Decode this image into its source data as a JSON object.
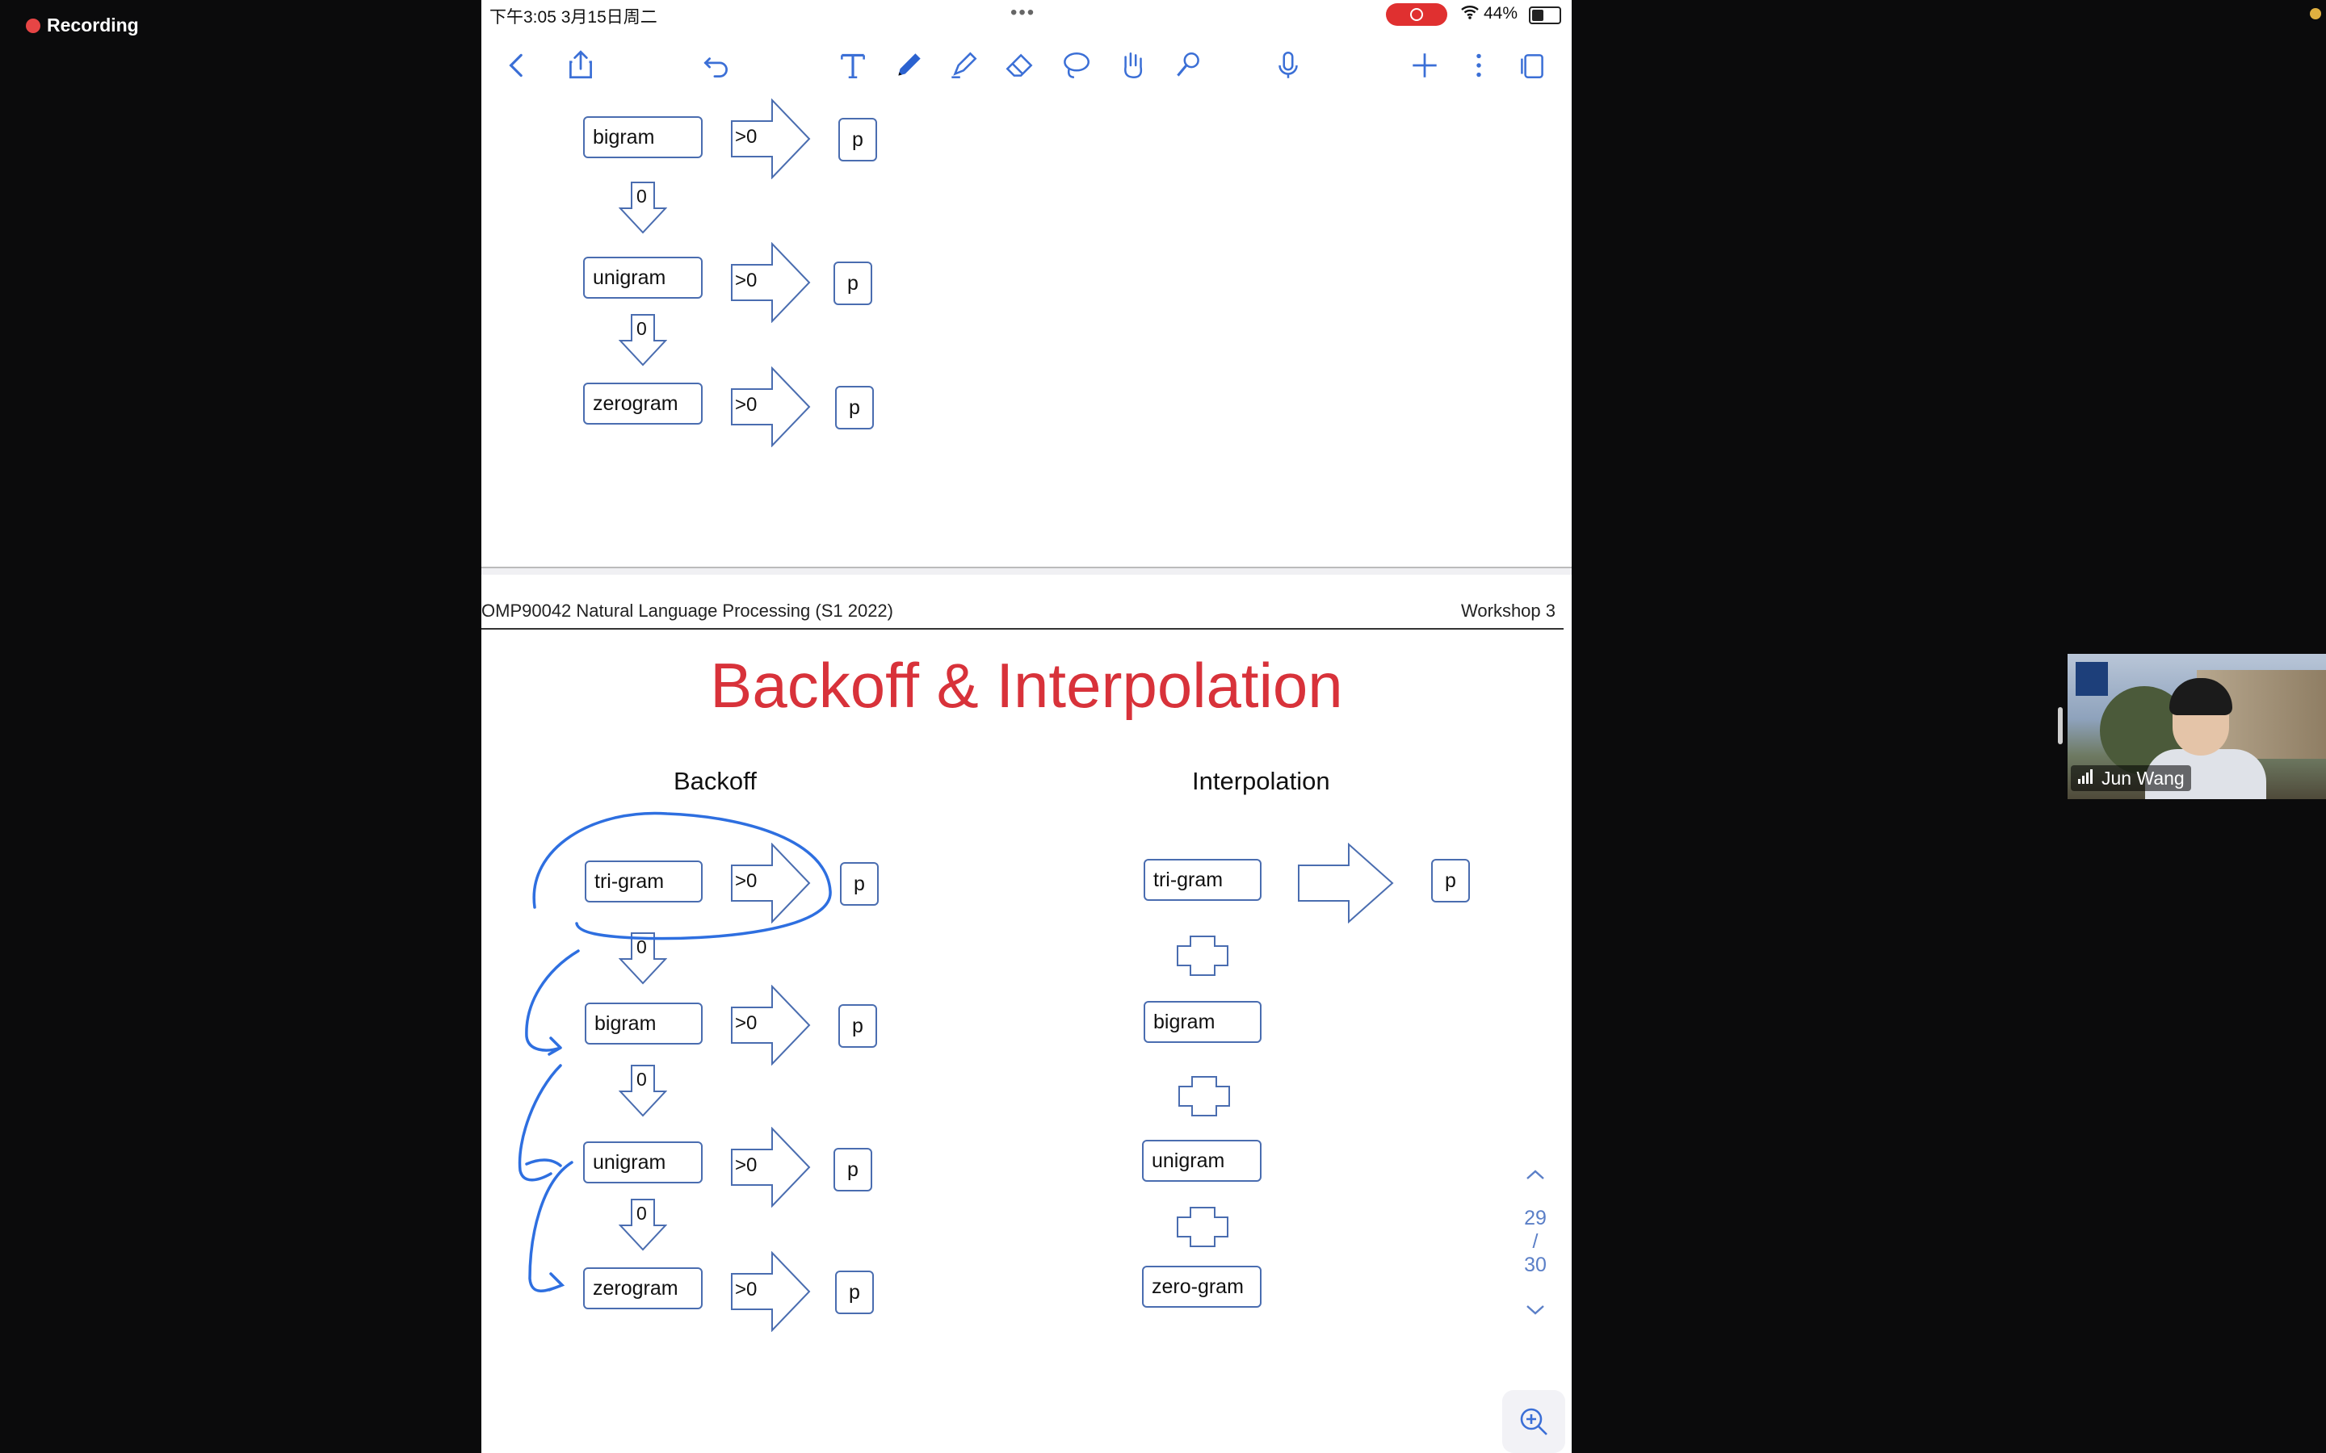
{
  "recording": {
    "label": "Recording"
  },
  "status_bar": {
    "time": "下午3:05  3月15日周二",
    "dots": "•••",
    "battery": "44%"
  },
  "toolbar": {
    "icons": [
      "chevron-left-icon",
      "share-icon",
      "undo-icon",
      "text-tool-icon",
      "pen-icon",
      "highlighter-icon",
      "eraser-icon",
      "lasso-icon",
      "hand-icon",
      "laser-pointer-icon",
      "microphone-icon",
      "add-icon",
      "more-icon",
      "pages-icon"
    ]
  },
  "page1": {
    "rows": [
      {
        "label": "bigram",
        "cond": ">0",
        "result": "p",
        "down": "0"
      },
      {
        "label": "unigram",
        "cond": ">0",
        "result": "p",
        "down": "0"
      },
      {
        "label": "zerogram",
        "cond": ">0",
        "result": "p"
      }
    ]
  },
  "page2": {
    "course": "OMP90042 Natural Language Processing (S1 2022)",
    "workshop": "Workshop 3",
    "title": "Backoff & Interpolation",
    "backoff_title": "Backoff",
    "interp_title": "Interpolation",
    "backoff_rows": [
      {
        "label": "tri-gram",
        "cond": ">0",
        "result": "p",
        "down": "0"
      },
      {
        "label": "bigram",
        "cond": ">0",
        "result": "p",
        "down": "0"
      },
      {
        "label": "unigram",
        "cond": ">0",
        "result": "p",
        "down": "0"
      },
      {
        "label": "zerogram",
        "cond": ">0",
        "result": "p"
      }
    ],
    "interp_rows": [
      {
        "label": "tri-gram"
      },
      {
        "label": "bigram"
      },
      {
        "label": "unigram"
      },
      {
        "label": "zero-gram"
      }
    ],
    "interp_result": "p"
  },
  "pager": {
    "current": "29",
    "sep": "/",
    "total": "30"
  },
  "video": {
    "name": "Jun Wang"
  },
  "colors": {
    "accent_blue": "#4a6db0",
    "title_red": "#d8323a",
    "ink_blue": "#2e6fe0"
  }
}
